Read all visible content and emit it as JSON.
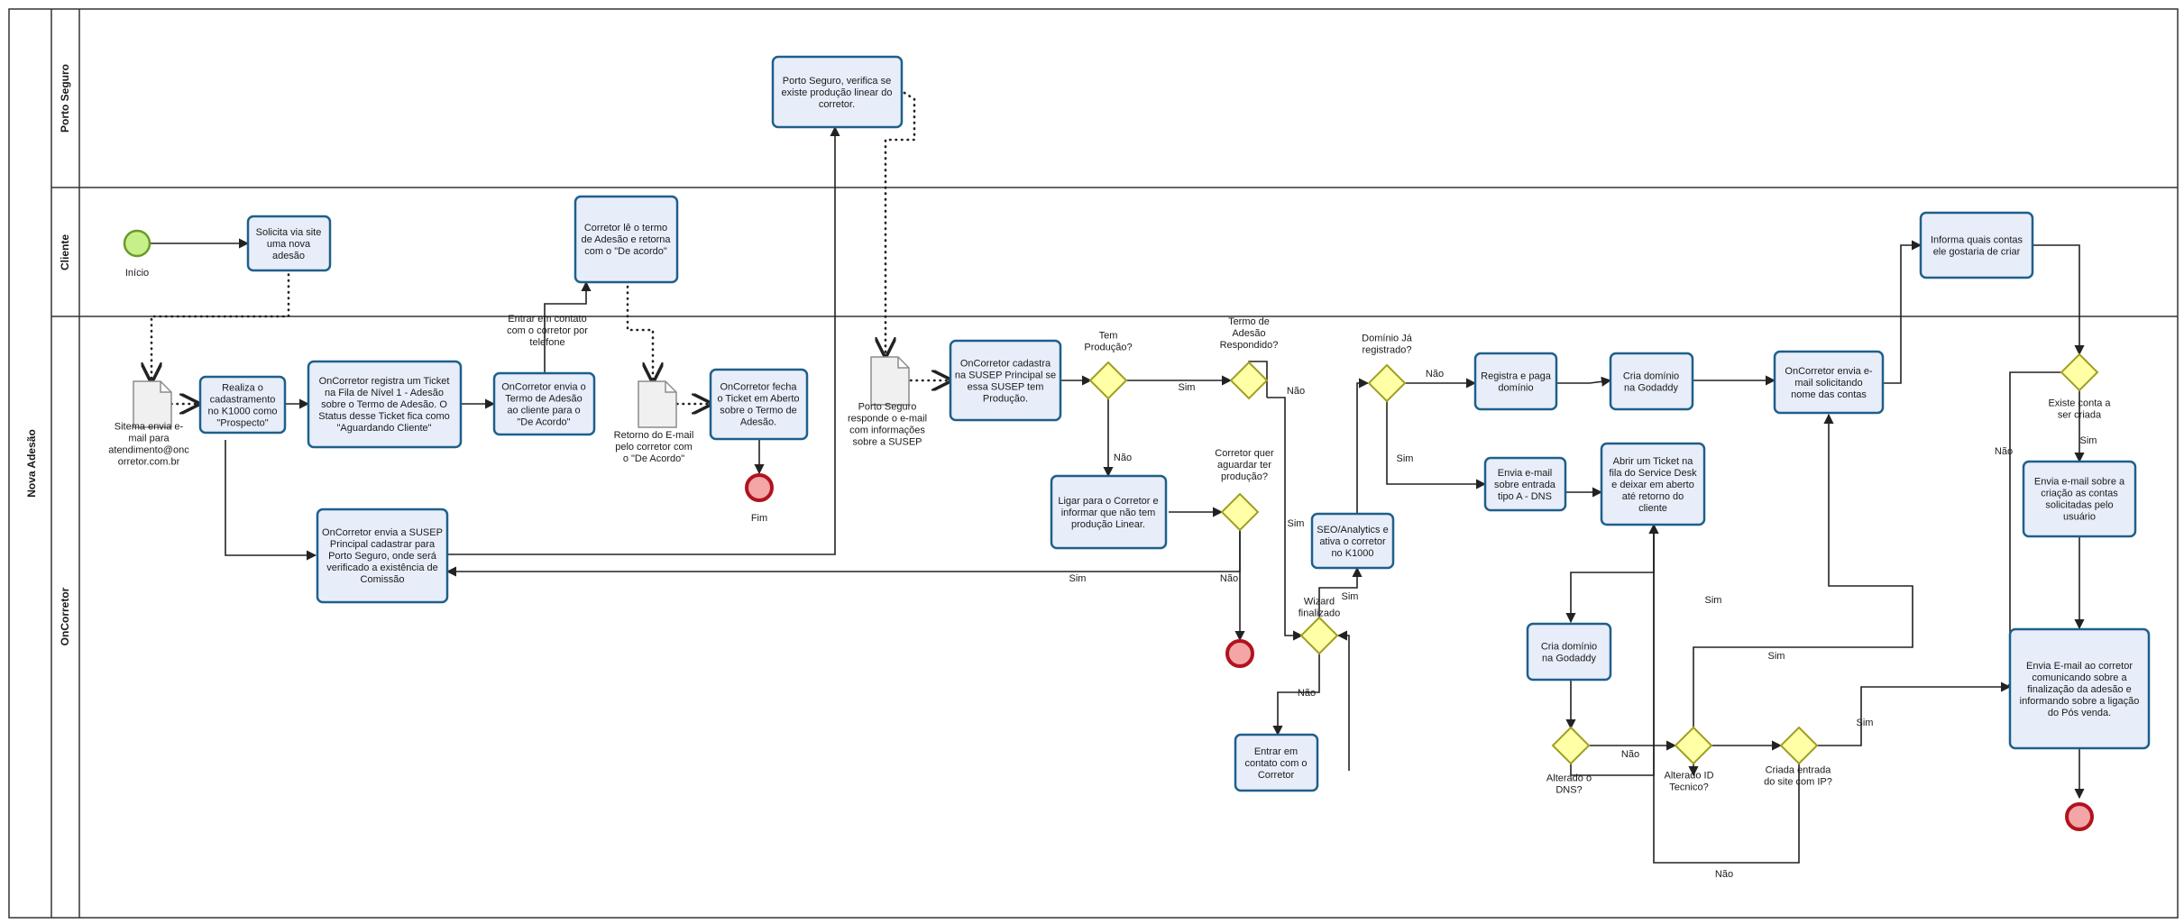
{
  "pool": {
    "title": "Nova Adesão"
  },
  "lanes": [
    {
      "id": "porto",
      "label": "Porto Seguro"
    },
    {
      "id": "cliente",
      "label": "Cliente"
    },
    {
      "id": "oncorretor",
      "label": "OnCorretor"
    }
  ],
  "tasks": [
    {
      "id": "t_porto_verifica",
      "lines": [
        "Porto Seguro, verifica se",
        "existe produção linear do",
        "corretor."
      ]
    },
    {
      "id": "t_solicita",
      "lines": [
        "Solicita via site",
        "uma nova",
        "adesão"
      ]
    },
    {
      "id": "t_cliente_le",
      "lines": [
        "Corretor lê o termo",
        "de Adesão e retorna",
        "com o \"De acordo\""
      ]
    },
    {
      "id": "t_informa_contas",
      "lines": [
        "Informa quais contas",
        "ele gostaria de criar"
      ]
    },
    {
      "id": "t_realiza_cad",
      "lines": [
        "Realiza o",
        "cadastramento",
        "no K1000 como",
        "\"Prospecto\""
      ]
    },
    {
      "id": "t_registra_ticket",
      "lines": [
        "OnCorretor registra um Ticket",
        "na Fila de Nível 1 - Adesão",
        "sobre o Termo de Adesão. O",
        "Status desse Ticket fica como",
        "\"Aguardando Cliente\""
      ]
    },
    {
      "id": "t_envia_termo",
      "lines": [
        "OnCorretor envia o",
        "Termo de Adesão",
        "ao cliente para o",
        "\"De Acordo\""
      ]
    },
    {
      "id": "t_fecha_ticket",
      "lines": [
        "OnCorretor fecha",
        "o Ticket em Aberto",
        "sobre o Termo de",
        "Adesão."
      ]
    },
    {
      "id": "t_envia_susep",
      "lines": [
        "OnCorretor envia a SUSEP",
        "Principal cadastrar para",
        "Porto Seguro, onde será",
        "verificado a existência de",
        "Comissão"
      ]
    },
    {
      "id": "t_cadastra_susep",
      "lines": [
        "OnCorretor cadastra",
        "na SUSEP Principal se",
        "essa SUSEP tem",
        "Produção."
      ]
    },
    {
      "id": "t_ligar",
      "lines": [
        "Ligar para o Corretor e",
        "informar que não tem",
        "produção Linear."
      ]
    },
    {
      "id": "t_seo",
      "lines": [
        "SEO/Analytics e",
        "ativa o corretor",
        "no K1000"
      ]
    },
    {
      "id": "t_entrar_contato",
      "lines": [
        "Entrar em",
        "contato com o",
        "Corretor"
      ]
    },
    {
      "id": "t_registra_paga",
      "lines": [
        "Registra e paga",
        "domínio"
      ]
    },
    {
      "id": "t_cria_dominio1",
      "lines": [
        "Cria domínio",
        "na Godaddy"
      ]
    },
    {
      "id": "t_envia_email_contas",
      "lines": [
        "OnCorretor envia e-",
        "mail solicitando",
        "nome das contas"
      ]
    },
    {
      "id": "t_envia_dns",
      "lines": [
        "Envia e-mail",
        "sobre entrada",
        "tipo A - DNS"
      ]
    },
    {
      "id": "t_abrir_ticket",
      "lines": [
        "Abrir um Ticket na",
        "fila do Service Desk",
        "e deixar em aberto",
        "até retorno do",
        "cliente"
      ]
    },
    {
      "id": "t_cria_dominio2",
      "lines": [
        "Cria domínio",
        "na Godaddy"
      ]
    },
    {
      "id": "t_envia_criacao",
      "lines": [
        "Envia e-mail sobre a",
        "criação as contas",
        "solicitadas pelo",
        "usuário"
      ]
    },
    {
      "id": "t_envia_final",
      "lines": [
        "Envia E-mail ao corretor",
        "comunicando sobre a",
        "finalização da adesão e",
        "informando sobre a ligação",
        "do Pós venda."
      ]
    }
  ],
  "gateways": [
    {
      "id": "g_tem_producao",
      "lines": [
        "Tem",
        "Produção?"
      ]
    },
    {
      "id": "g_termo",
      "lines": [
        "Termo de",
        "Adesão",
        "Respondido?"
      ]
    },
    {
      "id": "g_aguardar",
      "lines": [
        "Corretor quer",
        "aguardar ter",
        "produção?"
      ]
    },
    {
      "id": "g_wizard",
      "lines": [
        "Wizard",
        "finalizado"
      ]
    },
    {
      "id": "g_dominio",
      "lines": [
        "Domínio Já",
        "registrado?"
      ]
    },
    {
      "id": "g_existe_conta",
      "lines": [
        "Existe conta a",
        "ser criada"
      ]
    },
    {
      "id": "g_alterado_dns",
      "lines": [
        "Alterado o",
        "DNS?"
      ]
    },
    {
      "id": "g_alterado_id",
      "lines": [
        "Alterado ID",
        "Tecnico?"
      ]
    },
    {
      "id": "g_criada_entrada",
      "lines": [
        "Criada entrada",
        "do site com IP?"
      ]
    }
  ],
  "events": [
    {
      "id": "e_inicio",
      "type": "start",
      "label": "Início"
    },
    {
      "id": "e_fim1",
      "type": "end",
      "label": "Fim"
    },
    {
      "id": "e_fim2",
      "type": "end",
      "label": ""
    },
    {
      "id": "e_fim3",
      "type": "end",
      "label": ""
    }
  ],
  "documents": [
    {
      "id": "d_sistema",
      "lines": [
        "Sitema envia e-",
        "mail para",
        "atendimento@onc",
        "orretor.com.br"
      ]
    },
    {
      "id": "d_retorno",
      "lines": [
        "Retorno do E-mail",
        "pelo corretor com",
        "o \"De Acordo\""
      ]
    },
    {
      "id": "d_porto",
      "lines": [
        "Porto Seguro",
        "responde o e-mail",
        "com informações",
        "sobre a SUSEP"
      ]
    }
  ],
  "flow_labels": [
    {
      "id": "fl_sim_prod",
      "text": "Sim"
    },
    {
      "id": "fl_nao_prod",
      "text": "Não"
    },
    {
      "id": "fl_nao_termo",
      "text": "Não"
    },
    {
      "id": "fl_sim_termo",
      "text": "Sim"
    },
    {
      "id": "fl_sim_aguardar",
      "text": "Sim"
    },
    {
      "id": "fl_nao_aguardar",
      "text": "Não"
    },
    {
      "id": "fl_sim_wizard",
      "text": "Sim"
    },
    {
      "id": "fl_nao_wizard",
      "text": "Não"
    },
    {
      "id": "fl_nao_dominio",
      "text": "Não"
    },
    {
      "id": "fl_sim_dominio",
      "text": "Sim"
    },
    {
      "id": "fl_sim_existe",
      "text": "Sim"
    },
    {
      "id": "fl_nao_existe",
      "text": "Não"
    },
    {
      "id": "fl_nao_dns",
      "text": "Não"
    },
    {
      "id": "fl_sim_dns",
      "text": "Sim"
    },
    {
      "id": "fl_sim_id",
      "text": "Sim"
    },
    {
      "id": "fl_sim_criada",
      "text": "Sim"
    },
    {
      "id": "fl_nao_criada",
      "text": "Não"
    },
    {
      "id": "fl_entrar_contato",
      "lines": [
        "Entrar em contato",
        "com o corretor por",
        "telefone"
      ]
    }
  ]
}
